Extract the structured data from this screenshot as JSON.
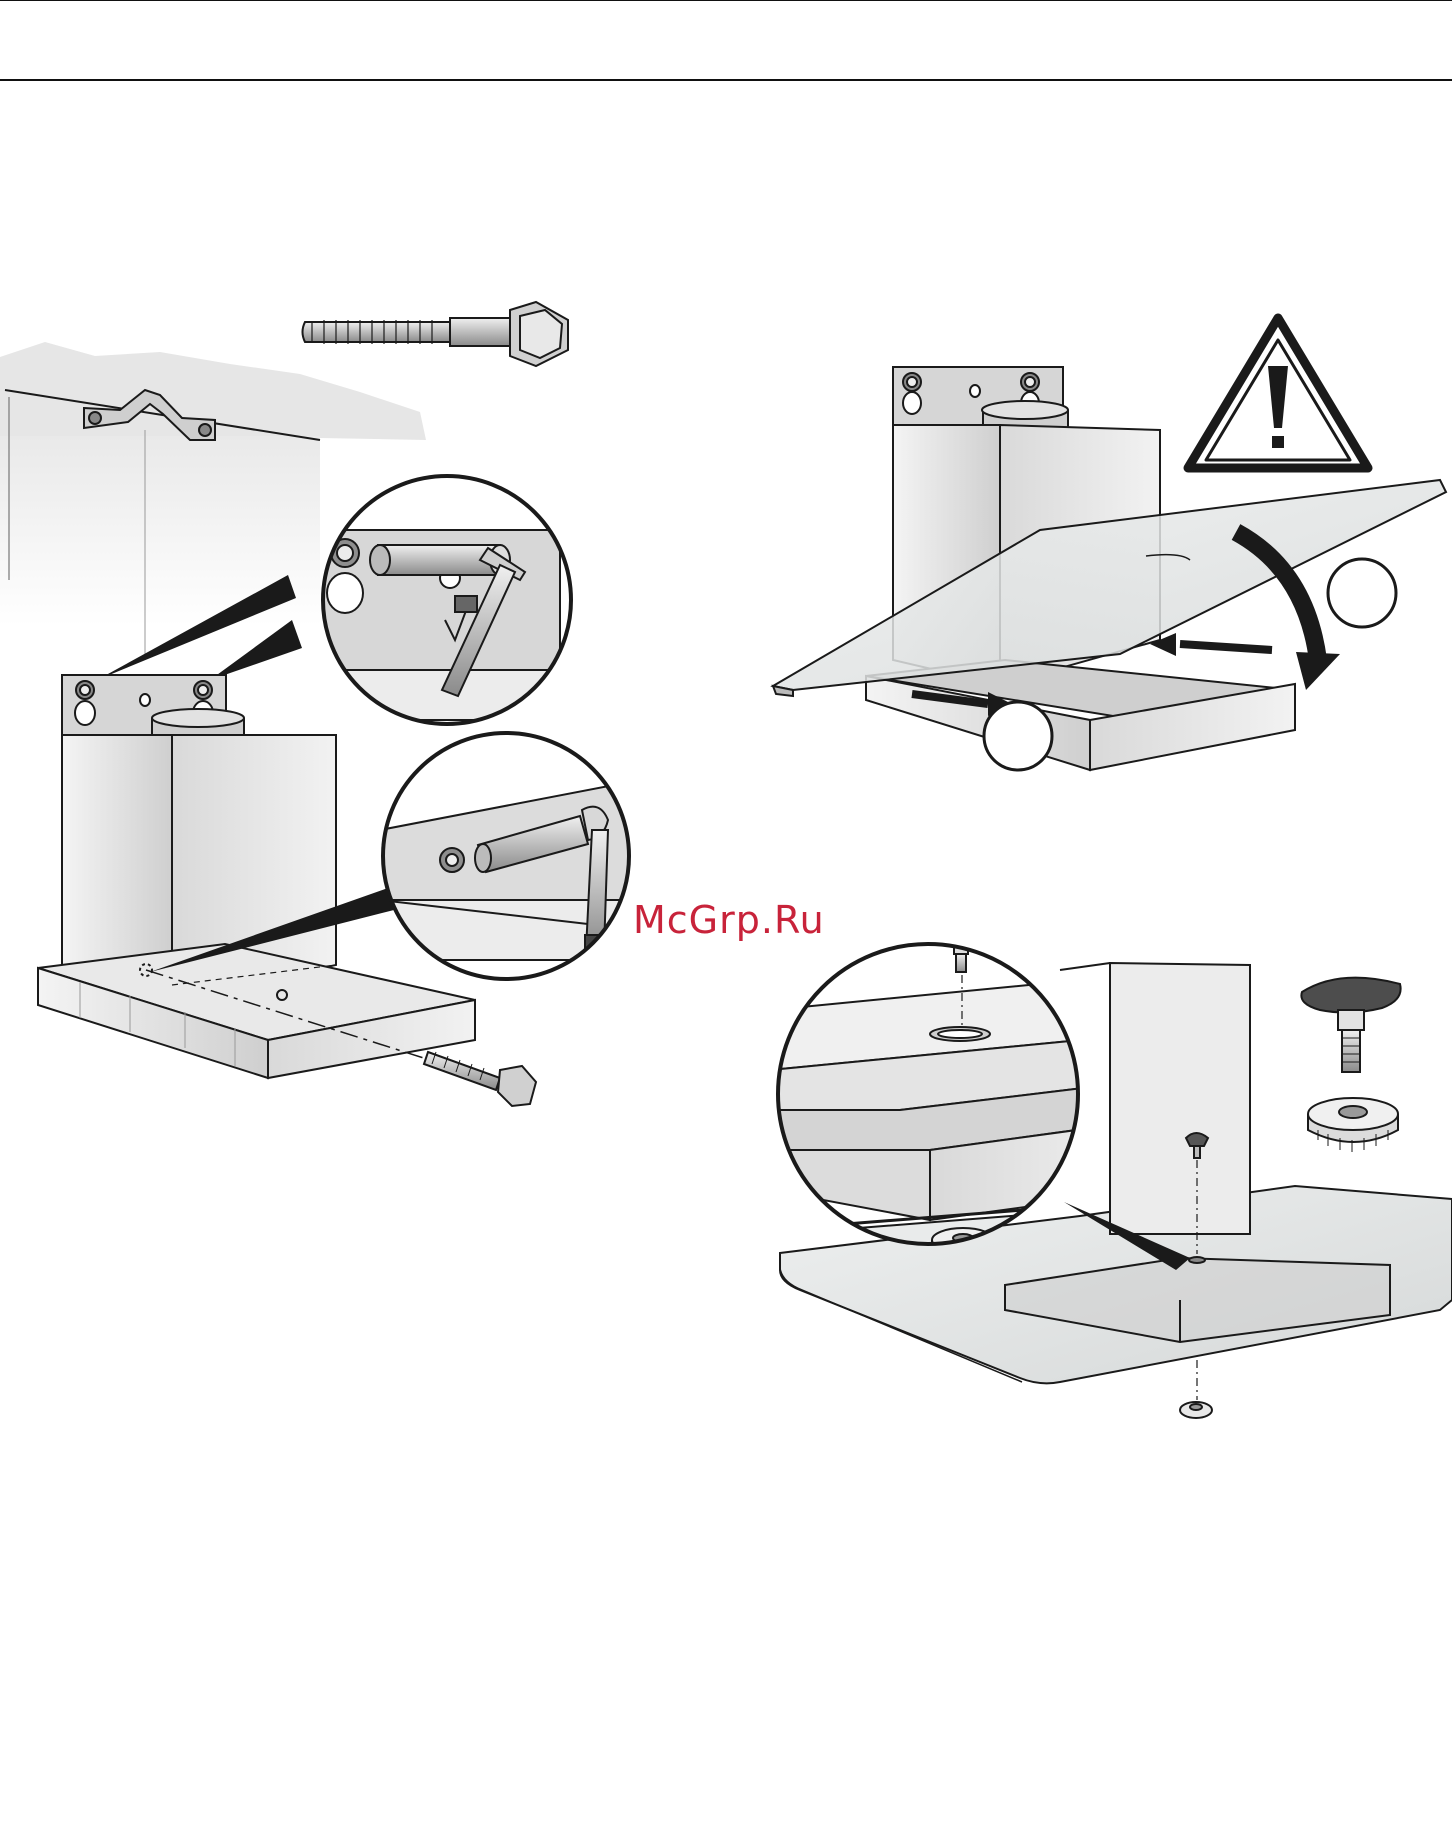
{
  "watermark": {
    "text": "McGrp.Ru",
    "color": "#c8233a"
  },
  "icons": [
    "warning-triangle-icon",
    "step-number-circle-1",
    "step-number-circle-2"
  ],
  "colors": {
    "line": "#1a1a1a",
    "metal_light": "#e4e4e4",
    "metal_mid": "#c8c8c8",
    "metal_dark": "#9a9a9a",
    "glass": "#d9dcdc"
  }
}
